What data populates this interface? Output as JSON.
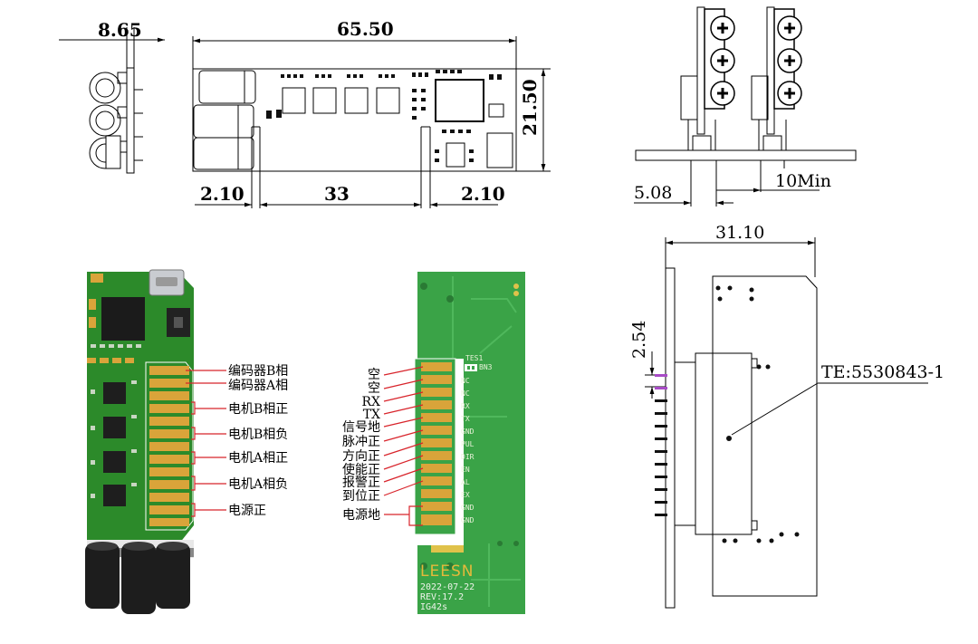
{
  "dimensions": {
    "side_width": "8.65",
    "length": "65.50",
    "height": "21.50",
    "left_margin": "2.10",
    "pad_span": "33",
    "right_margin": "2.10",
    "pin_pitch": "5.08",
    "pin_min": "10Min",
    "connector_width": "31.10",
    "connector_pitch": "2.54"
  },
  "connector_part": "TE:5530843-1",
  "front_labels": [
    "编码器B相",
    "编码器A相",
    "电机B相正",
    "电机B相负",
    "电机A相正",
    "电机A相负",
    "电源正"
  ],
  "back_labels": [
    "空",
    "空",
    "RX",
    "TX",
    "信号地",
    "脉冲正",
    "方向正",
    "使能正",
    "报警正",
    "到位正",
    "电源地"
  ],
  "back_silk": [
    "NC",
    "NC",
    "RX",
    "TX",
    "GND",
    "PUL",
    "DIR",
    "EN",
    "AL",
    "EX",
    "GND",
    "GND"
  ],
  "back_board": {
    "brand": "LEESN",
    "date": "2022-07-22",
    "rev": "REV:17.2",
    "model": "IG42s",
    "test_label": "TES1",
    "test_silk": "BN3"
  },
  "colors": {
    "pcb_front": "#2c8a2a",
    "pcb_back": "#3aa347",
    "gold": "#d9a43a",
    "callout": "#d8242b"
  }
}
